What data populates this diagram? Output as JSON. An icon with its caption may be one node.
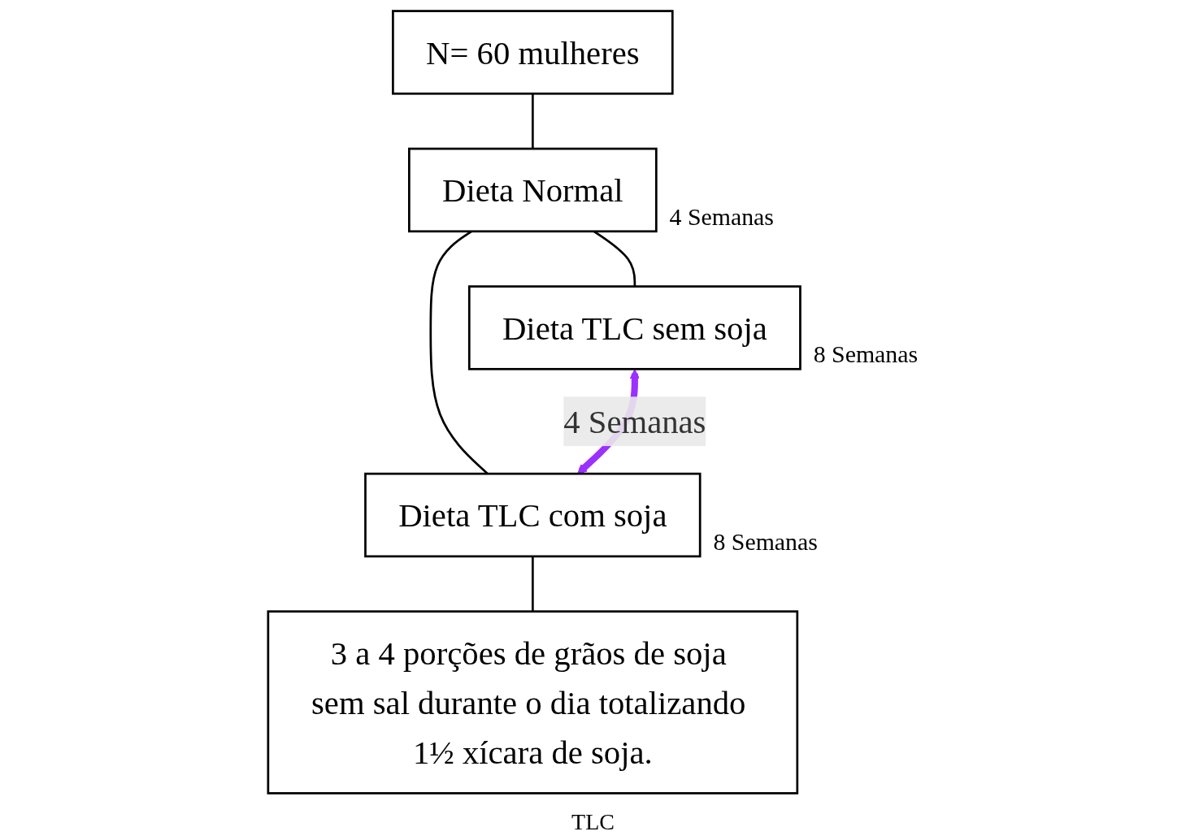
{
  "diagram": {
    "nodes": [
      {
        "text": [
          "N= 60 mulheres"
        ]
      },
      {
        "text": [
          "Dieta Normal"
        ],
        "beside": [
          "4 Semanas"
        ]
      },
      {
        "text": [
          "Dieta TLC sem soja"
        ],
        "beside": [
          "8 Semanas"
        ]
      },
      {
        "text": [
          "Dieta TLC com soja"
        ],
        "beside": [
          "8 Semanas"
        ]
      },
      {
        "text": [
          "3 a 4 porções de grãos de soja sem sal durante o dia totalizando 1½ xícara de soja."
        ]
      }
    ],
    "edges": [
      {
        "from": 0,
        "to": 1,
        "arrow": "none"
      },
      {
        "from": 1,
        "to": 2,
        "arrow": "none"
      },
      {
        "from": 1,
        "to": 3,
        "arrow": "none"
      },
      {
        "from": 2,
        "to": 3,
        "arrow": "both",
        "label": "4 Semanas",
        "style": "thick",
        "color": "#9b30ff"
      },
      {
        "from": 3,
        "to": 4,
        "arrow": "none"
      }
    ],
    "labels": [
      "TLC"
    ]
  }
}
